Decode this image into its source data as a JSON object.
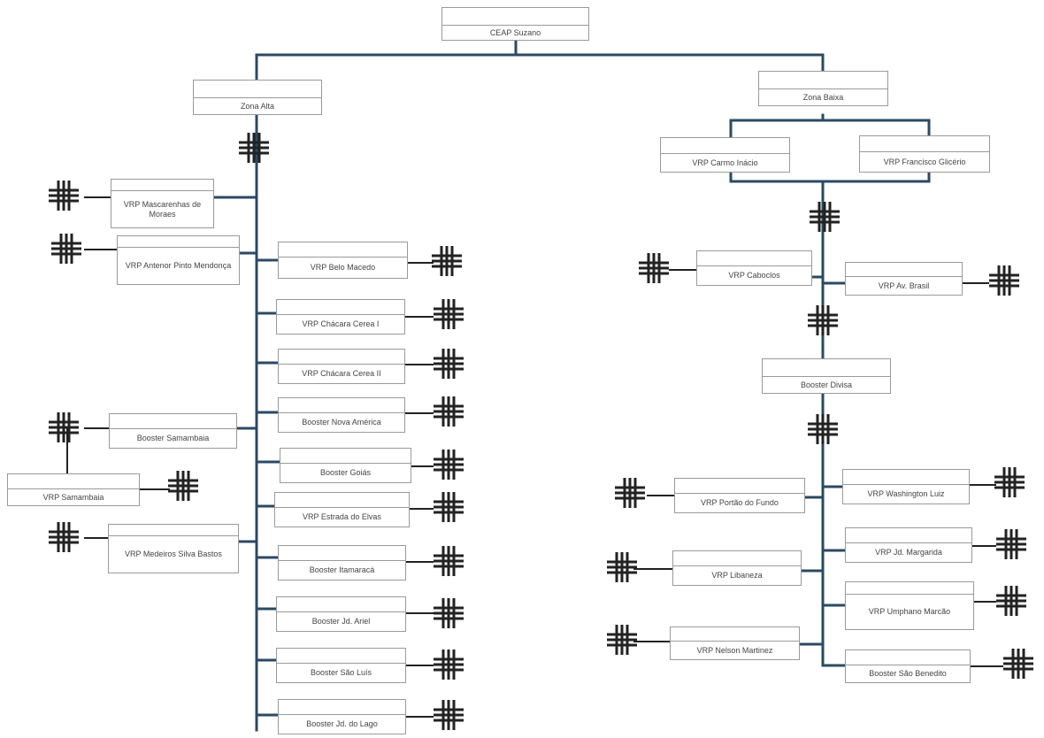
{
  "root": {
    "label": "CEAP Suzano"
  },
  "zones": {
    "zona_alta": {
      "label": "Zona Alta",
      "left_branch": [
        {
          "label": "VRP Mascarenhas de Moraes"
        },
        {
          "label": "VRP Antenor Pinto Mendonça"
        },
        {
          "label": "Booster Samambaia"
        },
        {
          "label": "VRP Samambaia"
        },
        {
          "label": "VRP Medeiros Silva Bastos"
        }
      ],
      "right_branch": [
        {
          "label": "VRP Belo Macedo"
        },
        {
          "label": "VRP Chácara Cerea I"
        },
        {
          "label": "VRP Chácara Cerea II"
        },
        {
          "label": "Booster Nova América"
        },
        {
          "label": "Booster Goiás"
        },
        {
          "label": "VRP Estrada do Elvas"
        },
        {
          "label": "Booster Itamaracá"
        },
        {
          "label": "Booster Jd. Ariel"
        },
        {
          "label": "Booster São Luís"
        },
        {
          "label": "Booster Jd. do Lago"
        }
      ]
    },
    "zona_baixa": {
      "label": "Zona Baixa",
      "top_pair": [
        {
          "label": "VRP Carmo Inácio"
        },
        {
          "label": "VRP Francisco Glicério"
        }
      ],
      "middle": [
        {
          "label": "VRP Caboclos"
        },
        {
          "label": "VRP Av. Brasil"
        }
      ],
      "booster": {
        "label": "Booster Divisa"
      },
      "left_branch": [
        {
          "label": "VRP Portão do Fundo"
        },
        {
          "label": "VRP Libaneza"
        },
        {
          "label": "VRP Nelson Martinez"
        }
      ],
      "right_branch": [
        {
          "label": "VRP Washington Luiz"
        },
        {
          "label": "VRP Jd. Margarida"
        },
        {
          "label": "VRP Umphano Marcão"
        },
        {
          "label": "Booster São Benedito"
        }
      ]
    }
  },
  "colors": {
    "pipe": "#2b4a63",
    "border": "#9a9a9a",
    "valve": "#222222"
  },
  "icons": {
    "valve": "valve-hash-icon"
  }
}
